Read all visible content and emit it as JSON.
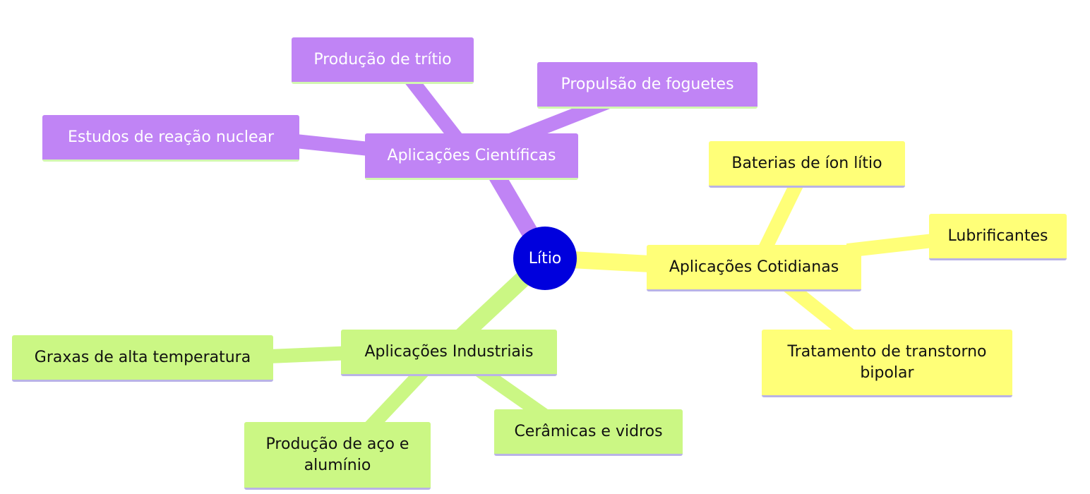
{
  "colors": {
    "root": "#0000dd",
    "scientific": "#c084f5",
    "everyday": "#ffff78",
    "industrial": "#cbf784"
  },
  "root": {
    "label": "Lítio"
  },
  "branches": {
    "scientific": {
      "label": "Aplicações Científicas",
      "children": [
        "Produção de trítio",
        "Propulsão de foguetes",
        "Estudos de reação nuclear"
      ]
    },
    "everyday": {
      "label": "Aplicações Cotidianas",
      "children": [
        "Baterias de íon lítio",
        "Lubrificantes",
        "Tratamento de transtorno bipolar"
      ]
    },
    "industrial": {
      "label": "Aplicações Industriais",
      "children": [
        "Graxas de alta temperatura",
        "Produção de aço e alumínio",
        "Cerâmicas e vidros"
      ]
    }
  }
}
